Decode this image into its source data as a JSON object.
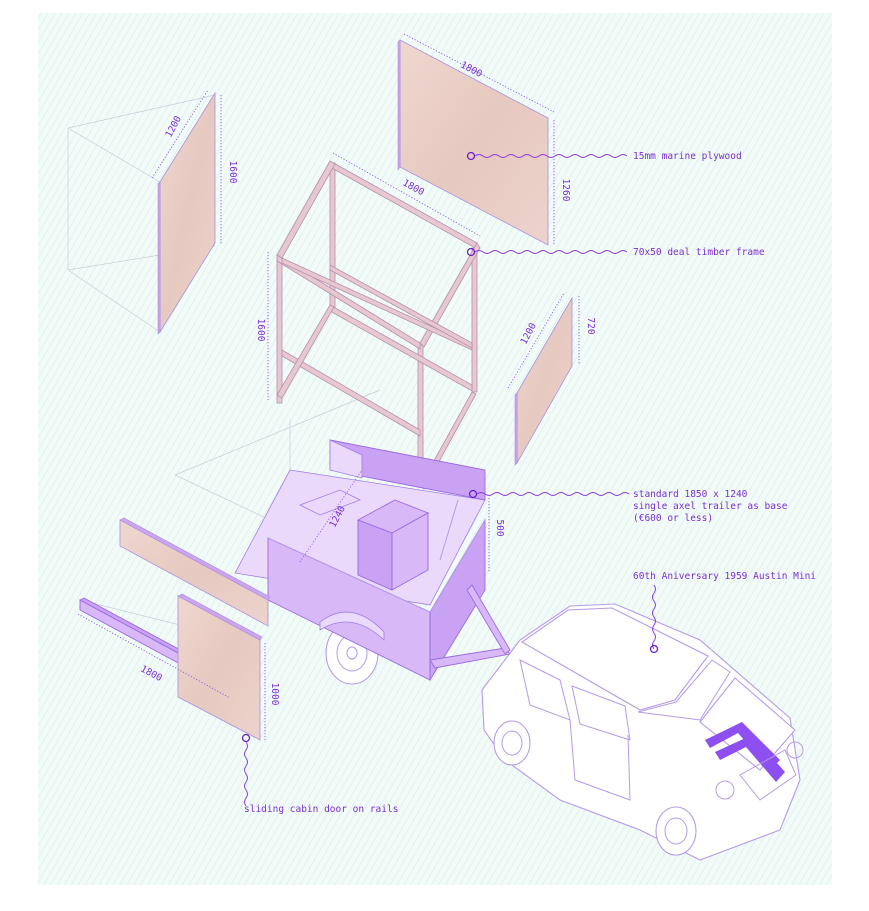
{
  "labels": {
    "plywood": "15mm marine plywood",
    "frame": "70x50 deal timber frame",
    "trailer_line1": "standard 1850 x 1240",
    "trailer_line2": "single axel trailer as base",
    "trailer_line3": "(€600 or less)",
    "mini": "60th Aniversary 1959 Austin Mini",
    "door": "sliding cabin door on rails"
  },
  "dimensions": {
    "roof_length": "1800",
    "roof_width": "1260",
    "left_panel_width": "1200",
    "left_panel_height": "1600",
    "frame_length": "1800",
    "frame_height": "1600",
    "back_panel_width": "1200",
    "back_panel_height": "720",
    "trailer_width": "1240",
    "trailer_height": "500",
    "door_length": "1800",
    "door_height": "1000"
  },
  "colors": {
    "accent": "#7b2fd0",
    "plywood": "#e9cfc6",
    "frame": "#e8c8cf",
    "trailer": "#d9b8f8",
    "background_hatch": "#bfe8e2"
  }
}
